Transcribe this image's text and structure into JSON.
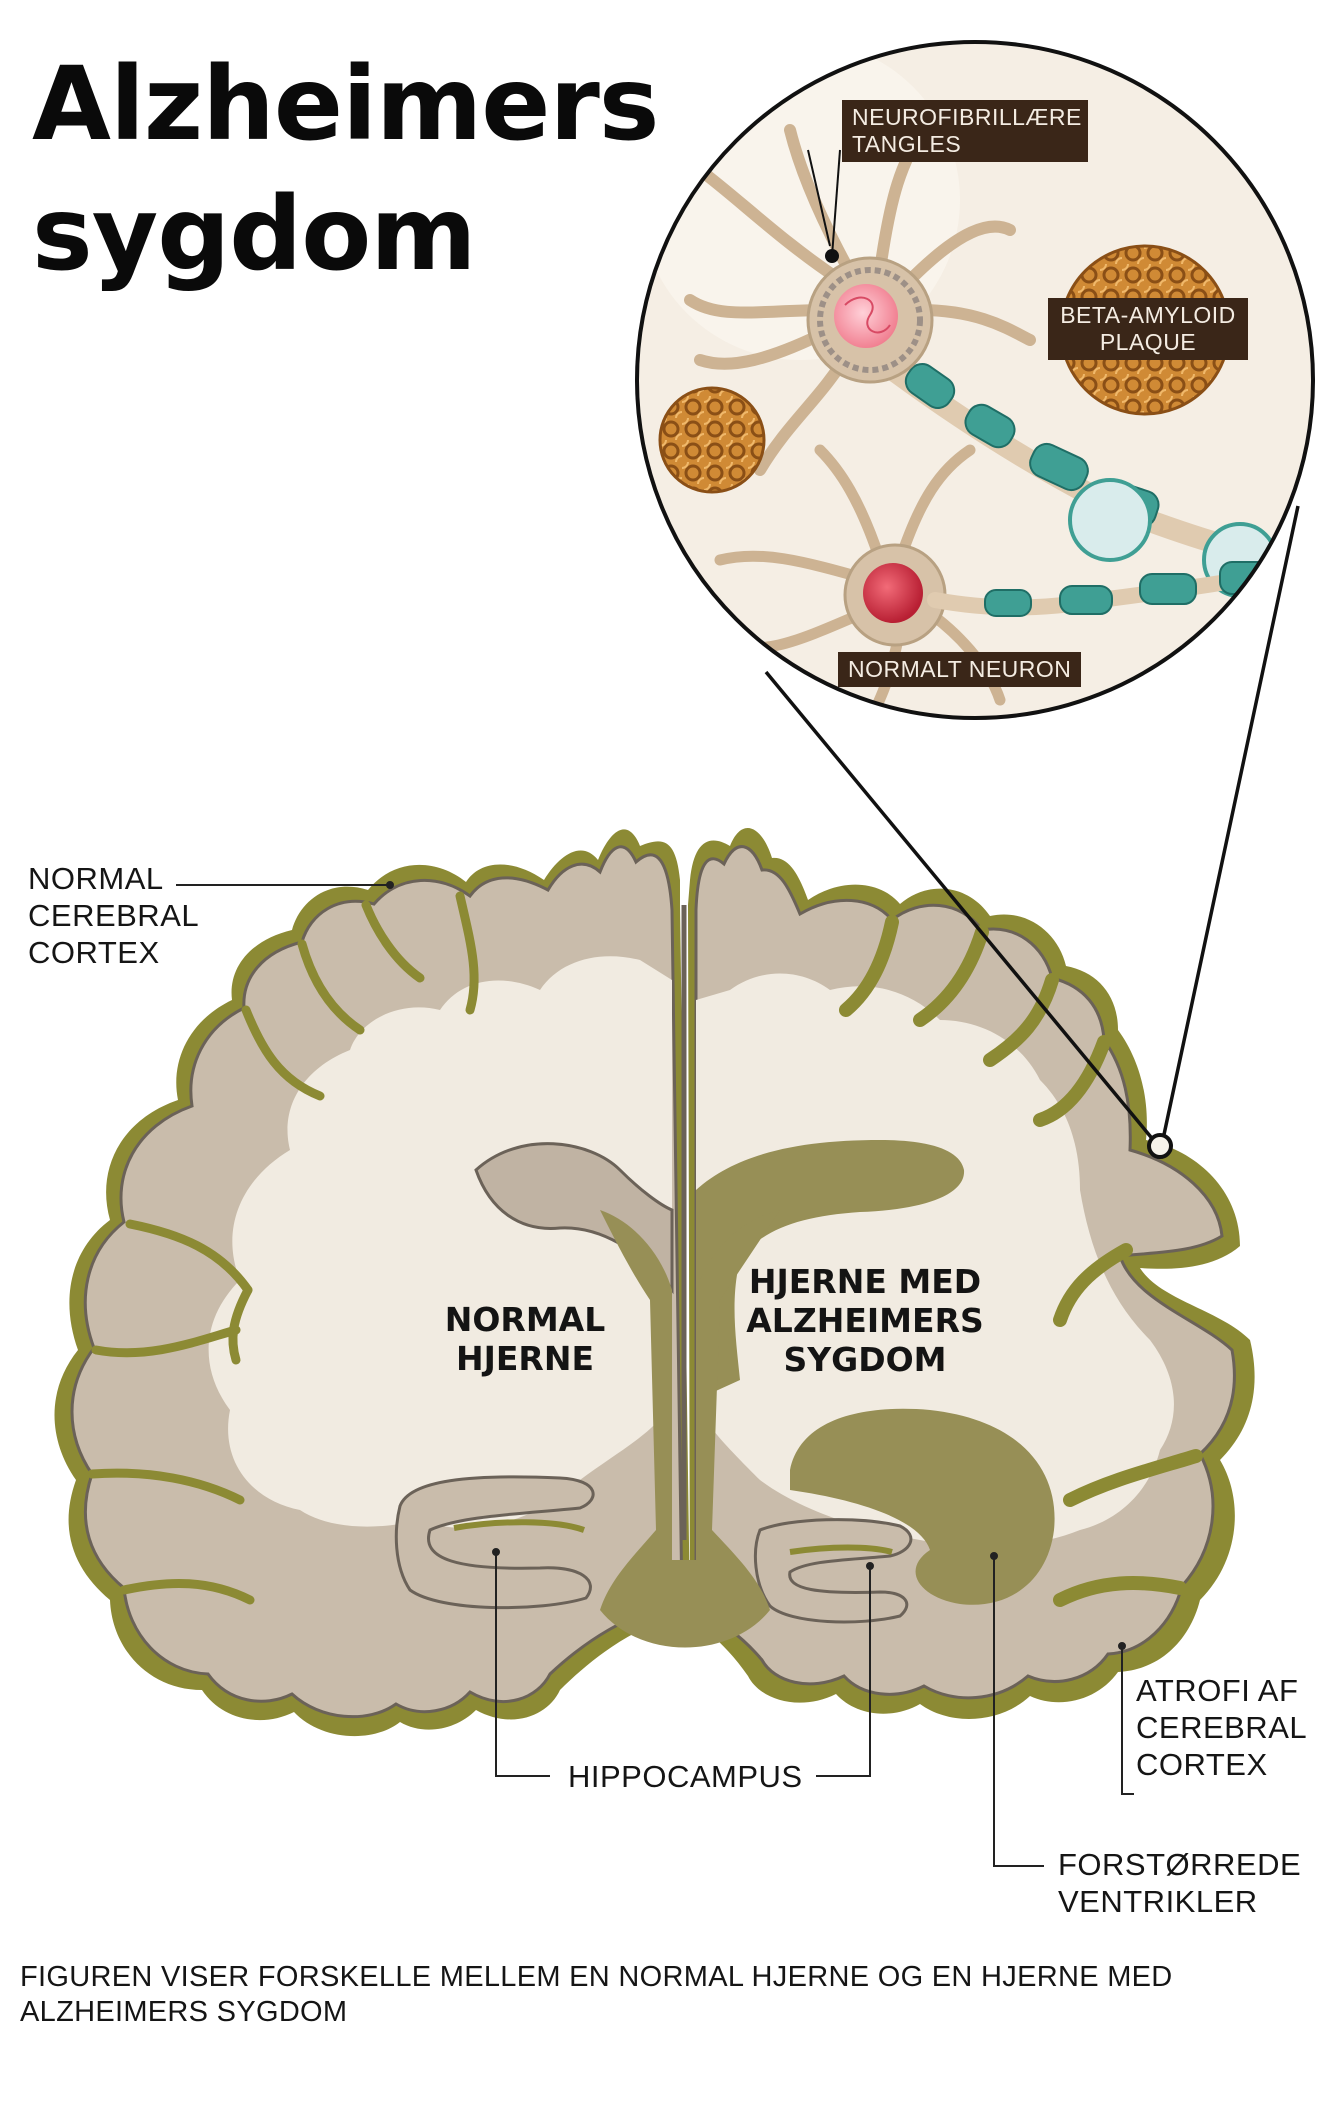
{
  "title": {
    "line1": "Alzheimers",
    "line2": "sygdom"
  },
  "labels": {
    "normal_cortex": [
      "NORMAL",
      "CEREBRAL",
      "CORTEX"
    ],
    "normal_brain": [
      "NORMAL",
      "HJERNE"
    ],
    "ad_brain": [
      "HJERNE MED",
      "ALZHEIMERS",
      "SYGDOM"
    ],
    "hippocampus": "HIPPOCAMPUS",
    "atrophy": [
      "ATROFI AF",
      "CEREBRAL",
      "CORTEX"
    ],
    "ventricles": [
      "FORSTØRREDE",
      "VENTRIKLER"
    ]
  },
  "inset_labels": {
    "tangles": [
      "NEUROFIBRILLÆRE",
      "TANGLES"
    ],
    "plaque": [
      "BETA-AMYLOID",
      "PLAQUE"
    ],
    "normal_neuron": "NORMALT NEURON"
  },
  "caption": [
    "FIGUREN VISER FORSKELLE MELLEM EN NORMAL HJERNE OG EN HJERNE MED",
    "ALZHEIMERS SYGDOM"
  ],
  "colors": {
    "cortex_outline": "#8c8a34",
    "gray_matter": "#c9bcab",
    "white_matter": "#f1ebe1",
    "ventricle": "#978f56",
    "neuron_body": "#d7c2a8",
    "myelin": "#3f9f94",
    "plaque": "#c9822e",
    "label_bg": "#3a2618"
  }
}
